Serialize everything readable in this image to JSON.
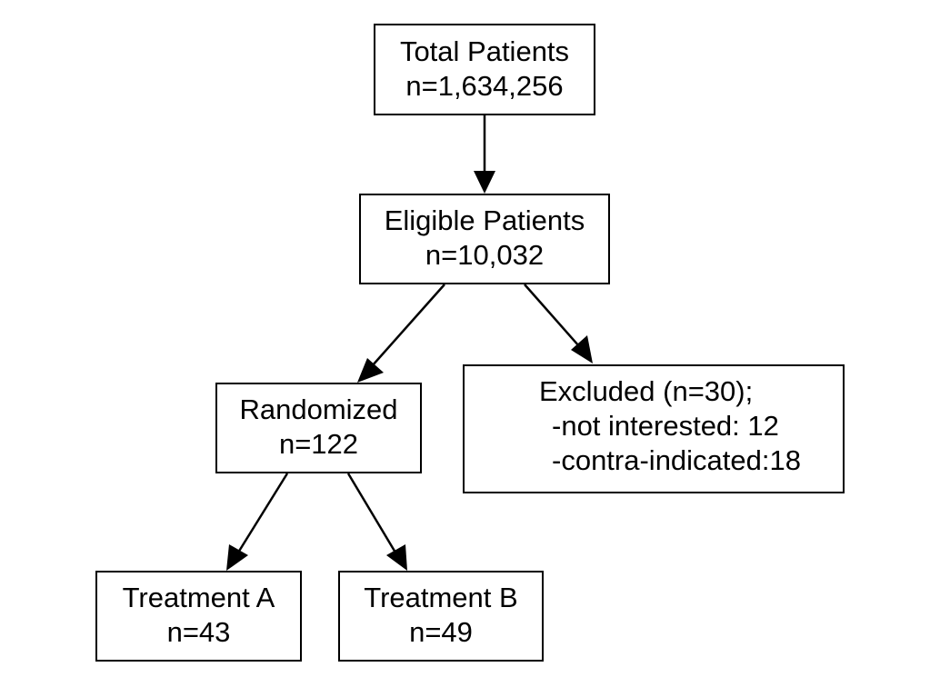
{
  "flowchart": {
    "total": {
      "title": "Total Patients",
      "count": "n=1,634,256"
    },
    "eligible": {
      "title": "Eligible Patients",
      "count": "n=10,032"
    },
    "randomized": {
      "title": "Randomized",
      "count": "n=122"
    },
    "excluded": {
      "title": "Excluded (n=30);",
      "reasons": [
        "-not interested: 12",
        "-contra-indicated:18"
      ]
    },
    "treatment_a": {
      "title": "Treatment A",
      "count": "n=43"
    },
    "treatment_b": {
      "title": "Treatment B",
      "count": "n=49"
    }
  },
  "colors": {
    "line": "#000000",
    "box_fill": "#ffffff",
    "background": "#ffffff"
  }
}
